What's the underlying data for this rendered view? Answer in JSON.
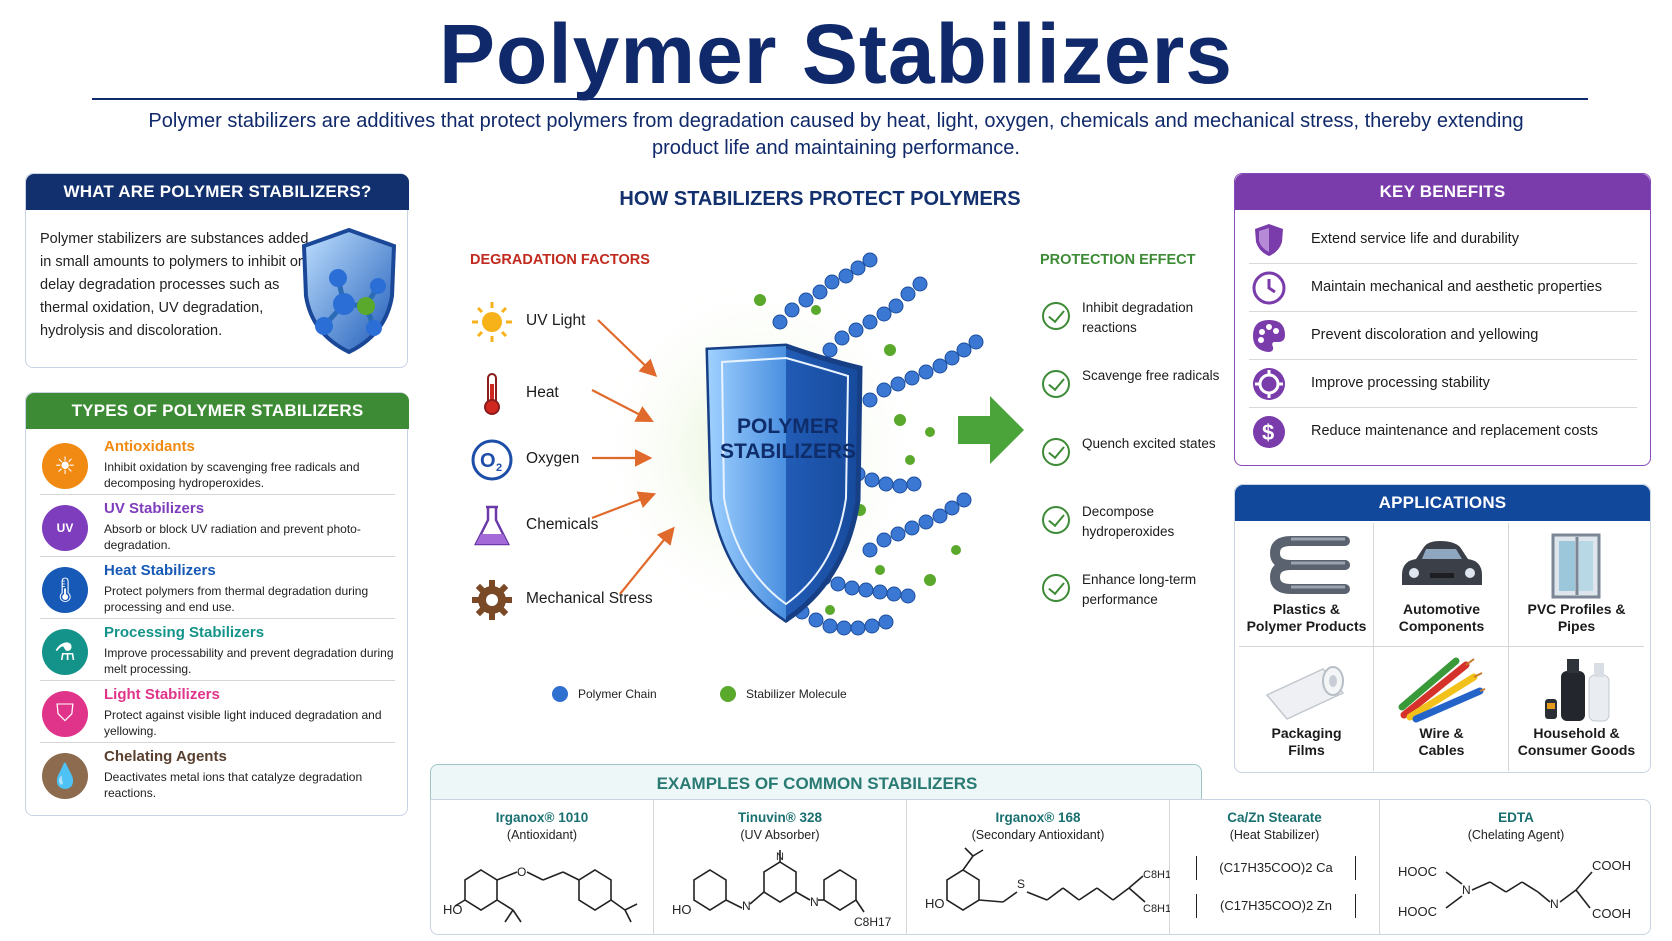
{
  "title": "Polymer Stabilizers",
  "subtitle": "Polymer stabilizers are additives that protect polymers from degradation caused by heat, light, oxygen, chemicals and mechanical stress, thereby extending product life and maintaining performance.",
  "what_are": {
    "heading": "WHAT ARE POLYMER STABILIZERS?",
    "text": "Polymer stabilizers are substances added in small amounts to polymers to inhibit or delay degradation processes such as thermal oxidation, UV degradation, hydrolysis and discoloration.",
    "icon": "shield-molecule-icon"
  },
  "types": {
    "heading": "TYPES OF POLYMER STABILIZERS",
    "items": [
      {
        "name": "Antioxidants",
        "desc": "Inhibit oxidation by scavenging free radicals and decomposing hydroperoxides.",
        "color": "#f08a12",
        "icon": "sun-icon"
      },
      {
        "name": "UV Stabilizers",
        "desc": "Absorb or block UV radiation and prevent photo-degradation.",
        "color": "#7e3dbd",
        "icon": "uv-icon"
      },
      {
        "name": "Heat Stabilizers",
        "desc": "Protect polymers from thermal degradation during processing and end use.",
        "color": "#1759b6",
        "icon": "thermometer-icon"
      },
      {
        "name": "Processing Stabilizers",
        "desc": "Improve processability and prevent degradation during melt processing.",
        "color": "#14938a",
        "icon": "flask-icon"
      },
      {
        "name": "Light Stabilizers",
        "desc": "Protect against visible light induced degradation and yellowing.",
        "color": "#e0338a",
        "icon": "shield-icon"
      },
      {
        "name": "Chelating Agents",
        "desc": "Deactivates metal ions that catalyze degradation reactions.",
        "color": "#8c6b4f",
        "icon": "droplet-icon"
      }
    ]
  },
  "how": {
    "heading": "HOW STABILIZERS PROTECT POLYMERS",
    "degradation_heading": "DEGRADATION FACTORS",
    "protection_heading": "PROTECTION EFFECT",
    "shield_label_1": "POLYMER",
    "shield_label_2": "STABILIZERS",
    "factors": [
      {
        "label": "UV Light",
        "icon": "sun-icon"
      },
      {
        "label": "Heat",
        "icon": "thermometer-icon"
      },
      {
        "label": "Oxygen",
        "icon": "oxygen-icon"
      },
      {
        "label": "Chemicals",
        "icon": "flask-icon"
      },
      {
        "label": "Mechanical Stress",
        "icon": "gear-icon"
      }
    ],
    "effects": [
      "Inhibit degradation reactions",
      "Scavenge free radicals",
      "Quench excited states",
      "Decompose hydroperoxides",
      "Enhance long-term performance"
    ],
    "legend": {
      "polymer": "Polymer Chain",
      "stabilizer": "Stabilizer Molecule"
    },
    "colors": {
      "polymer": "#2f6fcf",
      "stabilizer": "#5aa82c",
      "arrow": "#e06a2c",
      "green_arrow": "#4aa43a"
    }
  },
  "benefits": {
    "heading": "KEY BENEFITS",
    "items": [
      {
        "label": "Extend service life and durability",
        "icon": "shield-icon"
      },
      {
        "label": "Maintain mechanical and aesthetic properties",
        "icon": "clock-icon"
      },
      {
        "label": "Prevent discoloration and yellowing",
        "icon": "palette-icon"
      },
      {
        "label": "Improve processing stability",
        "icon": "gear-icon"
      },
      {
        "label": "Reduce maintenance and replacement costs",
        "icon": "dollar-icon"
      }
    ]
  },
  "applications": {
    "heading": "APPLICATIONS",
    "items": [
      {
        "label1": "Plastics &",
        "label2": "Polymer Products",
        "icon": "pipes-icon"
      },
      {
        "label1": "Automotive",
        "label2": "Components",
        "icon": "car-icon"
      },
      {
        "label1": "PVC Profiles &",
        "label2": "Pipes",
        "icon": "window-icon"
      },
      {
        "label1": "Packaging",
        "label2": "Films",
        "icon": "film-roll-icon"
      },
      {
        "label1": "Wire &",
        "label2": "Cables",
        "icon": "cables-icon"
      },
      {
        "label1": "Household &",
        "label2": "Consumer Goods",
        "icon": "bottles-icon"
      }
    ]
  },
  "examples": {
    "heading": "EXAMPLES OF COMMON STABILIZERS",
    "items": [
      {
        "name": "Irganox® 1010",
        "type": "(Antioxidant)"
      },
      {
        "name": "Tinuvin® 328",
        "type": "(UV Absorber)"
      },
      {
        "name": "Irganox® 168",
        "type": "(Secondary Antioxidant)"
      },
      {
        "name": "Ca/Zn Stearate",
        "type": "(Heat Stabilizer)",
        "formula1": "(C17H35COO)2 Ca",
        "formula2": "(C17H35COO)2 Zn"
      },
      {
        "name": "EDTA",
        "type": "(Chelating Agent)"
      }
    ]
  }
}
